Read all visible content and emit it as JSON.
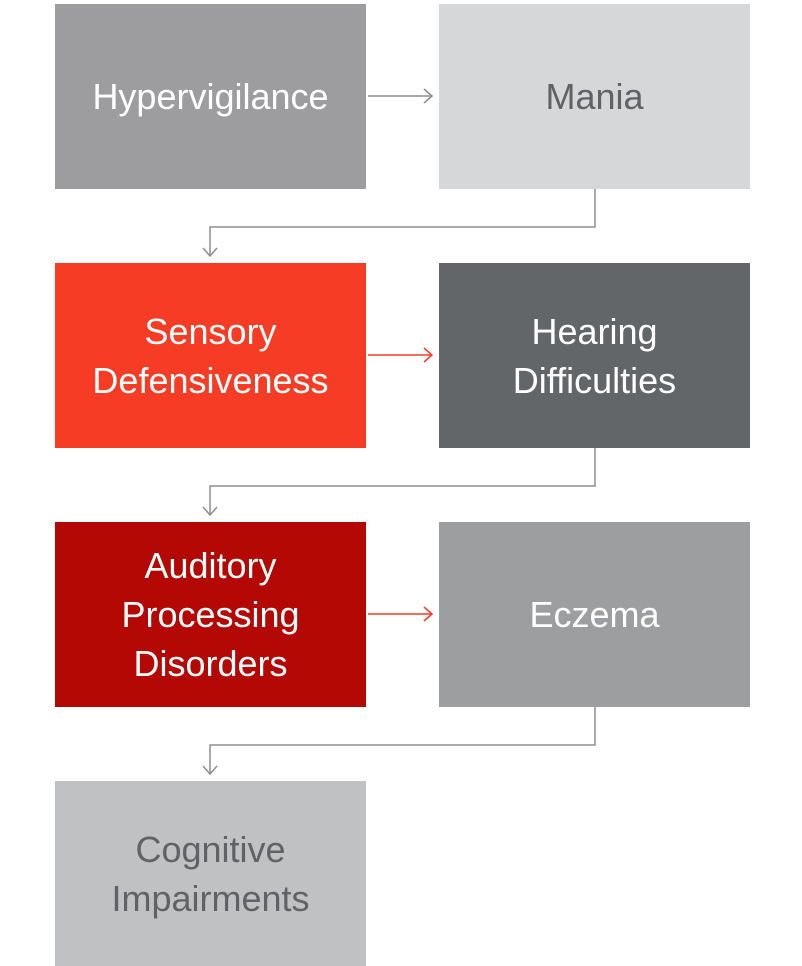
{
  "nodes": [
    {
      "id": "hypervigilance",
      "label": "Hypervigilance",
      "fill": "#9d9d9f",
      "text_color": "#ffffff"
    },
    {
      "id": "mania",
      "label": "Mania",
      "fill": "#d6d7d9",
      "text_color": "#616265"
    },
    {
      "id": "sensory-defensiveness",
      "label": "Sensory Defensiveness",
      "fill": "#f63c24",
      "text_color": "#ffffff"
    },
    {
      "id": "hearing-difficulties",
      "label": "Hearing Difficulties",
      "fill": "#636669",
      "text_color": "#ffffff"
    },
    {
      "id": "auditory-processing-disorders",
      "label": "Auditory Processing Disorders",
      "fill": "#b40805",
      "text_color": "#ffffff"
    },
    {
      "id": "eczema",
      "label": "Eczema",
      "fill": "#9d9e9f",
      "text_color": "#ffffff"
    },
    {
      "id": "cognitive-impairments",
      "label": "Cognitive Impairments",
      "fill": "#c0c1c2",
      "text_color": "#616265"
    }
  ],
  "edges": [
    {
      "from": "hypervigilance",
      "to": "mania",
      "color": "#8e8e90"
    },
    {
      "from": "mania",
      "to": "sensory-defensiveness",
      "color": "#8e8e90"
    },
    {
      "from": "sensory-defensiveness",
      "to": "hearing-difficulties",
      "color": "#f63c24"
    },
    {
      "from": "hearing-difficulties",
      "to": "auditory-processing-disorders",
      "color": "#8e8e90"
    },
    {
      "from": "auditory-processing-disorders",
      "to": "eczema",
      "color": "#f63c24"
    },
    {
      "from": "eczema",
      "to": "cognitive-impairments",
      "color": "#8e8e90"
    }
  ]
}
